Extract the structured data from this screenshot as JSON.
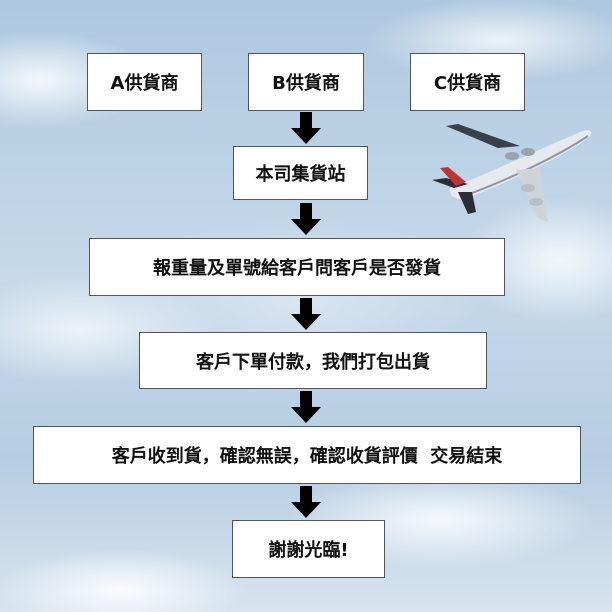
{
  "suppliers": [
    "A供貨商",
    "B供貨商",
    "C供貨商"
  ],
  "steps": [
    "本司集貨站",
    "報重量及單號給客戶問客戶是否發貨",
    "客戶下單付款，我們打包出貨",
    "客戶收到貨，確認無誤，確認收貨評價  交易結束",
    "謝謝光臨!"
  ]
}
